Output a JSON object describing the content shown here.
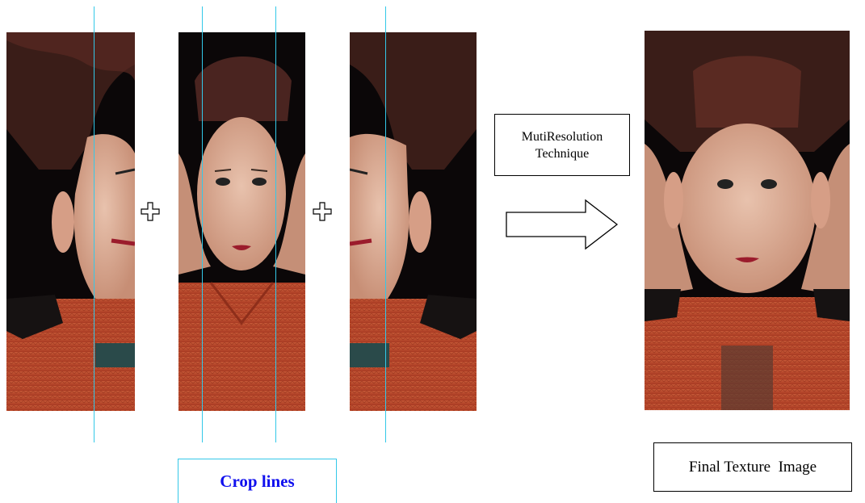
{
  "labels": {
    "technique": "MutiResolution Technique",
    "crop_lines": "Crop lines",
    "final_texture": "Final Texture  Image"
  },
  "colors": {
    "crop_line": "#33c8e8",
    "crop_label_text": "#1010ee",
    "hair": "#3a1d18",
    "skin": "#d9a58e",
    "sweater": "#c0482a",
    "background_dark": "#0b0708"
  },
  "icons": [
    "plus-icon",
    "right-arrow-icon"
  ]
}
